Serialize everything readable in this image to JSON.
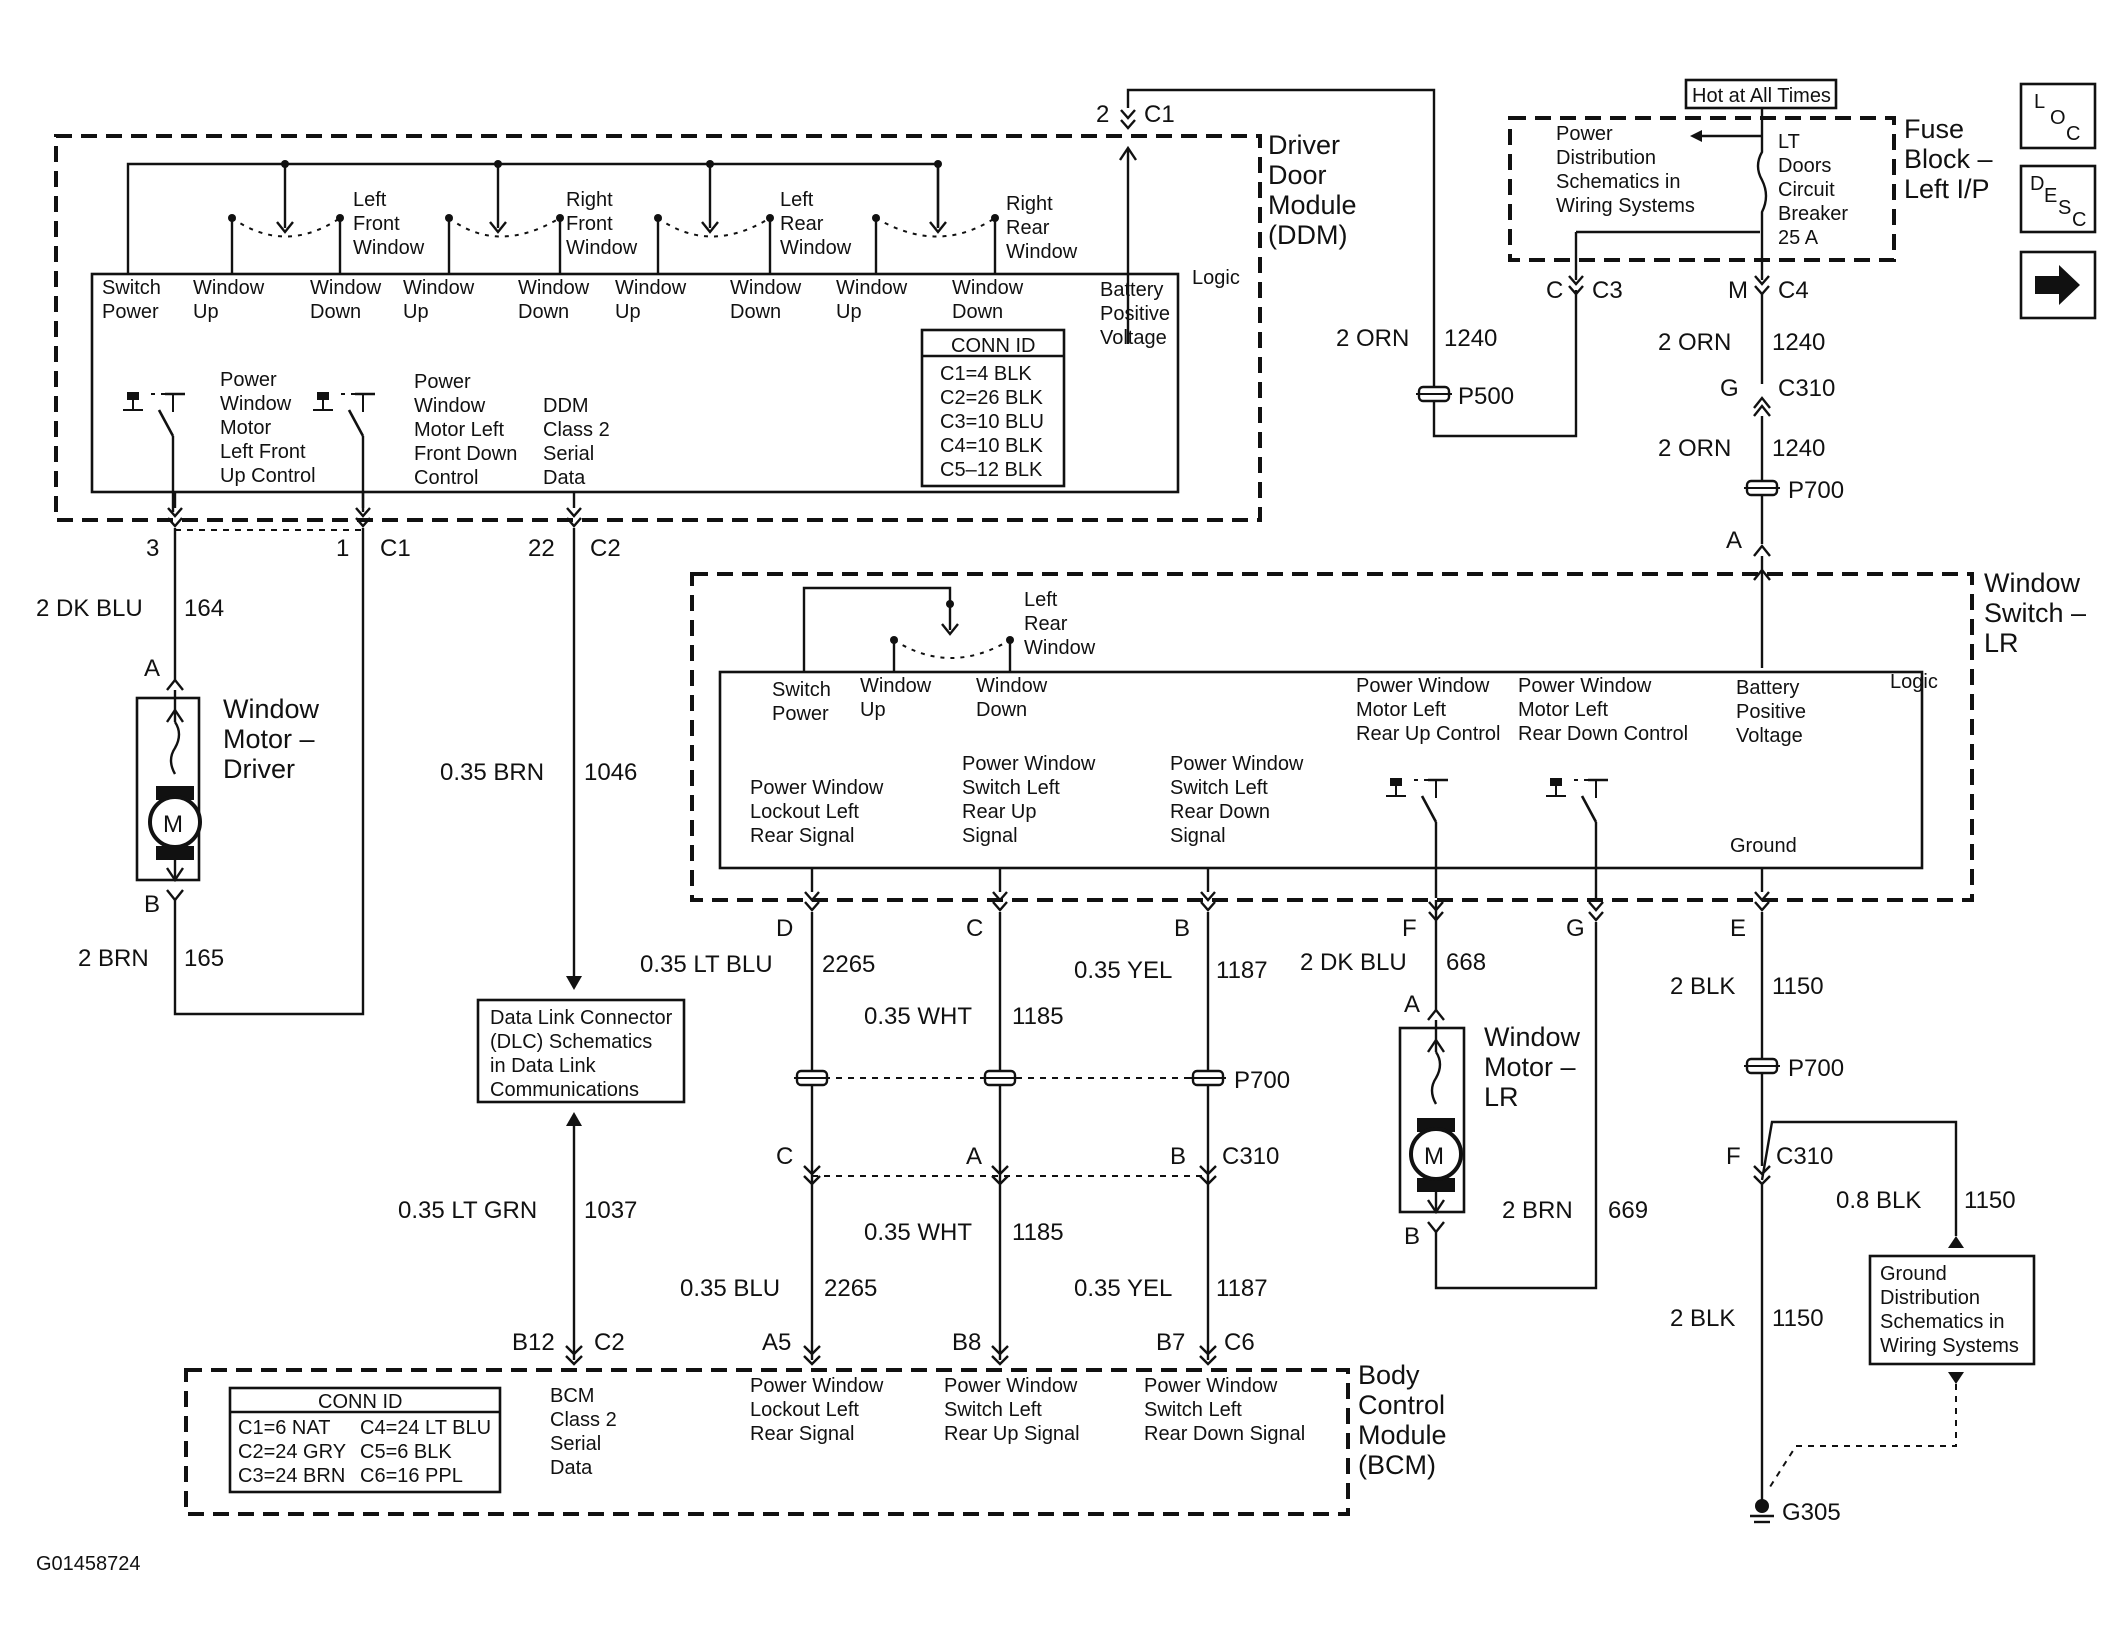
{
  "footer_id": "G01458724",
  "nav_icons": {
    "loc": [
      "L",
      "O",
      "C"
    ],
    "desc": [
      "D",
      "E",
      "S",
      "C"
    ],
    "next_icon": "right-arrow-icon"
  },
  "ddm": {
    "title": [
      "Driver",
      "Door",
      "Module",
      "(DDM)"
    ],
    "logic": "Logic",
    "conn_id": {
      "title": "CONN ID",
      "rows": [
        "C1=4 BLK",
        "C2=26 BLK",
        "C3=10 BLU",
        "C4=10 BLK",
        "C5–12 BLK"
      ]
    },
    "switch_labels": [
      [
        "Left",
        "Front",
        "Window"
      ],
      [
        "Right",
        "Front",
        "Window"
      ],
      [
        "Left",
        "Rear",
        "Window"
      ],
      [
        "Right",
        "Rear",
        "Window"
      ]
    ],
    "terminals": [
      [
        "Switch",
        "Power"
      ],
      [
        "Window",
        "Up"
      ],
      [
        "Window",
        "Down"
      ],
      [
        "Window",
        "Up"
      ],
      [
        "Window",
        "Down"
      ],
      [
        "Window",
        "Up"
      ],
      [
        "Window",
        "Down"
      ],
      [
        "Window",
        "Up"
      ],
      [
        "Window",
        "Down"
      ],
      [
        "Battery",
        "Positive",
        "Voltage"
      ]
    ],
    "controls": [
      [
        "Power",
        "Window",
        "Motor",
        "Left Front",
        "Up Control"
      ],
      [
        "Power",
        "Window",
        "Motor Left",
        "Front Down",
        "Control"
      ],
      [
        "DDM",
        "Class 2",
        "Serial",
        "Data"
      ]
    ]
  },
  "fuse_block": {
    "title": [
      "Fuse",
      "Block –",
      "Left I/P"
    ],
    "hot": "Hot at All Times",
    "ref": [
      "Power",
      "Distribution",
      "Schematics in",
      "Wiring Systems"
    ],
    "breaker": [
      "LT",
      "Doors",
      "Circuit",
      "Breaker",
      "25 A"
    ]
  },
  "wsw": {
    "title": [
      "Window",
      "Switch –",
      "LR"
    ],
    "logic": "Logic",
    "switch_label": [
      "Left",
      "Rear",
      "Window"
    ],
    "top_terms": [
      [
        "Switch",
        "Power"
      ],
      [
        "Window",
        "Up"
      ],
      [
        "Window",
        "Down"
      ],
      [
        "Power Window",
        "Motor Left",
        "Rear Up Control"
      ],
      [
        "Power Window",
        "Motor Left",
        "Rear Down Control"
      ],
      [
        "Battery",
        "Positive",
        "Voltage"
      ]
    ],
    "signals": [
      [
        "Power Window",
        "Lockout Left",
        "Rear Signal"
      ],
      [
        "Power Window",
        "Switch Left",
        "Rear Up",
        "Signal"
      ],
      [
        "Power Window",
        "Switch Left",
        "Rear Down",
        "Signal"
      ]
    ],
    "ground": "Ground"
  },
  "motor_driver": [
    "Window",
    "Motor –",
    "Driver"
  ],
  "motor_lr": [
    "Window",
    "Motor –",
    "LR"
  ],
  "motor_symbol": "M",
  "dlc": [
    "Data Link Connector",
    "(DLC) Schematics",
    "in Data Link",
    "Communications"
  ],
  "gnd_ref": [
    "Ground",
    "Distribution",
    "Schematics in",
    "Wiring Systems"
  ],
  "bcm": {
    "title": [
      "Body",
      "Control",
      "Module",
      "(BCM)"
    ],
    "conn_id_title": "CONN ID",
    "conn_id": [
      [
        "C1=6 NAT",
        "C4=24 LT BLU"
      ],
      [
        "C2=24 GRY",
        "C5=6 BLK"
      ],
      [
        "C3=24 BRN",
        "C6=16 PPL"
      ]
    ],
    "signals": [
      [
        "BCM",
        "Class 2",
        "Serial",
        "Data"
      ],
      [
        "Power Window",
        "Lockout Left",
        "Rear Signal"
      ],
      [
        "Power Window",
        "Switch Left",
        "Rear Up Signal"
      ],
      [
        "Power Window",
        "Switch Left",
        "Rear Down Signal"
      ]
    ]
  },
  "pins": {
    "c1_2": "2",
    "c1": "C1",
    "ddm3": "3",
    "ddm1": "1",
    "ddm_c1": "C1",
    "ddm22": "22",
    "ddm_c2": "C2",
    "c3_c": "C",
    "c3": "C3",
    "c4_m": "M",
    "c4": "C4",
    "c310_g": "G",
    "c310": "C310",
    "p700_a": "A",
    "mdrv_a": "A",
    "mdrv_b": "B",
    "ws_d": "D",
    "ws_c": "C",
    "ws_b": "B",
    "ws_f": "F",
    "ws_g": "G",
    "ws_e": "E",
    "mlr_a": "A",
    "mlr_b": "B",
    "c310b_c": "C",
    "c310b_a": "A",
    "c310b_b": "B",
    "c310b": "C310",
    "c310e_f": "F",
    "c310e": "C310",
    "bcm_b12": "B12",
    "bcm_c2": "C2",
    "bcm_a5": "A5",
    "bcm_b8": "B8",
    "bcm_b7": "B7",
    "bcm_c6": "C6"
  },
  "splices": {
    "p500": "P500",
    "p700_top": "P700",
    "p700_mid": "P700",
    "p700_gnd": "P700"
  },
  "ground_label": "G305",
  "wires": {
    "w1240a_c": "2 ORN",
    "w1240a_n": "1240",
    "w1240b_c": "2 ORN",
    "w1240b_n": "1240",
    "w1240c_c": "2 ORN",
    "w1240c_n": "1240",
    "w164_c": "2 DK BLU",
    "w164_n": "164",
    "w165_c": "2 BRN",
    "w165_n": "165",
    "w1046_c": "0.35 BRN",
    "w1046_n": "1046",
    "w1037_c": "0.35 LT GRN",
    "w1037_n": "1037",
    "w2265a_c": "0.35 LT BLU",
    "w2265a_n": "2265",
    "w1185a_c": "0.35 WHT",
    "w1185a_n": "1185",
    "w1187a_c": "0.35 YEL",
    "w1187a_n": "1187",
    "w668_c": "2 DK BLU",
    "w668_n": "668",
    "w669_c": "2 BRN",
    "w669_n": "669",
    "w1150a_c": "2 BLK",
    "w1150a_n": "1150",
    "w1185b_c": "0.35 WHT",
    "w1185b_n": "1185",
    "w2265b_c": "0.35 BLU",
    "w2265b_n": "2265",
    "w1187b_c": "0.35 YEL",
    "w1187b_n": "1187",
    "w1150b_c": "0.8 BLK",
    "w1150b_n": "1150",
    "w1150c_c": "2 BLK",
    "w1150c_n": "1150"
  }
}
